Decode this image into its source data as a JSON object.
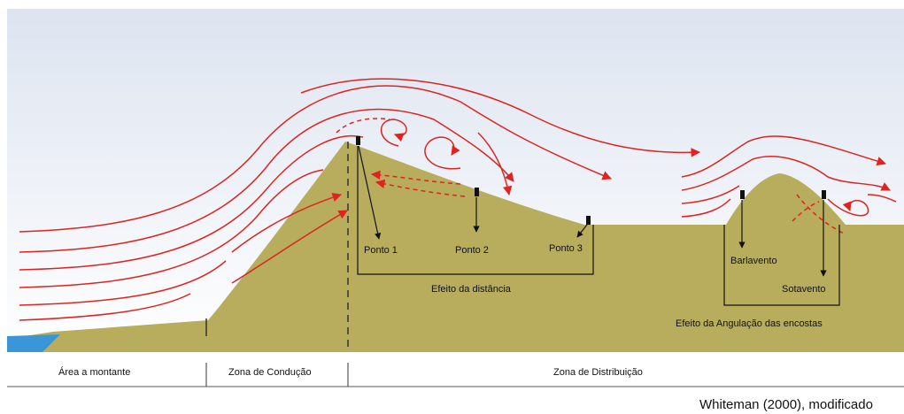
{
  "colors": {
    "sky_top": "#dde4f0",
    "sky_bottom": "#ffffff",
    "terrain": "#b7ad5c",
    "water": "#3b96d8",
    "wind_arrows": "#e0231f",
    "instruments": "#111111"
  },
  "labels": {
    "ponto1": "Ponto 1",
    "ponto2": "Ponto 2",
    "ponto3": "Ponto 3",
    "barlavento": "Barlavento",
    "sotavento": "Sotavento",
    "efeito_distancia": "Efeito da distância",
    "efeito_angulacao": "Efeito da Angulação das encostas"
  },
  "zones": {
    "area_montante": "Área a montante",
    "zona_conducao": "Zona de Condução",
    "zona_distribuicao": "Zona de Distribuição"
  },
  "credit": "Whiteman (2000), modificado"
}
